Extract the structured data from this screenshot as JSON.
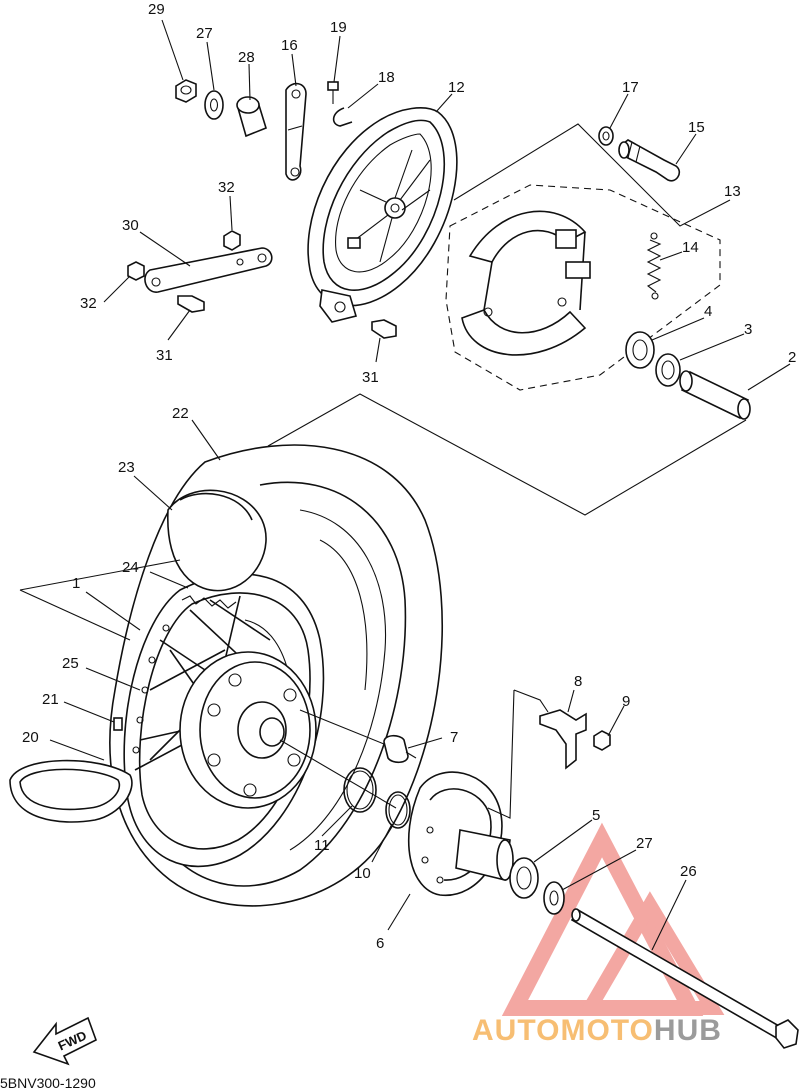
{
  "diagram": {
    "part_labels": [
      "29",
      "27",
      "28",
      "16",
      "19",
      "18",
      "12",
      "17",
      "15",
      "13",
      "14",
      "32",
      "30",
      "32",
      "31",
      "31",
      "4",
      "3",
      "2",
      "22",
      "23",
      "24",
      "1",
      "25",
      "21",
      "20",
      "7",
      "8",
      "9",
      "11",
      "10",
      "5",
      "27",
      "26",
      "6"
    ],
    "fwd_label": "FWD",
    "drawing_code": "5BNV300-1290",
    "watermark": {
      "text_part1": "AUTOMOTO",
      "text_part2": "HUB",
      "color_part1": "#f6b35a",
      "color_part2": "#8a8a8a",
      "triangle_color": "#f08a84"
    }
  }
}
